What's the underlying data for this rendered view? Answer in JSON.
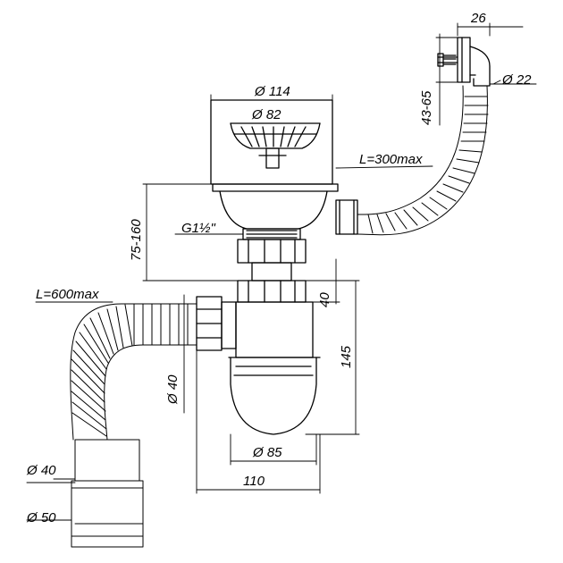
{
  "dimensions": {
    "overflow_width": "26",
    "overflow_diameter": "Ø 22",
    "overflow_height": "43-65",
    "bowl_diameter": "Ø 114",
    "strainer_diameter": "Ø 82",
    "overflow_hose_length": "L=300max",
    "height_range": "75-160",
    "thread": "G1½\"",
    "drain_hose_length": "L=600max",
    "nut_height": "40",
    "trap_height": "145",
    "outlet_diameter": "Ø 40",
    "cup_diameter": "Ø 85",
    "trap_width": "110",
    "pipe_diameter_small": "Ø 40",
    "pipe_diameter_large": "Ø 50"
  }
}
